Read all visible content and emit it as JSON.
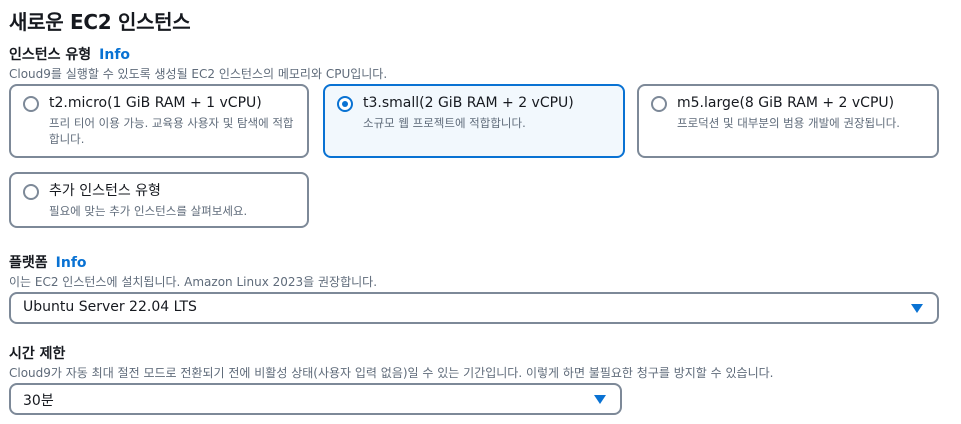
{
  "page": {
    "title": "새로운 EC2 인스턴스"
  },
  "instance_type": {
    "label": "인스턴스 유형",
    "info": "Info",
    "description": "Cloud9를 실행할 수 있도록 생성될 EC2 인스턴스의 메모리와 CPU입니다.",
    "options": [
      {
        "title": "t2.micro(1 GiB RAM + 1 vCPU)",
        "desc": "프리 티어 이용 가능. 교육용 사용자 및 탐색에 적합합니다.",
        "selected": false
      },
      {
        "title": "t3.small(2 GiB RAM + 2 vCPU)",
        "desc": "소규모 웹 프로젝트에 적합합니다.",
        "selected": true
      },
      {
        "title": "m5.large(8 GiB RAM + 2 vCPU)",
        "desc": "프로덕션 및 대부분의 범용 개발에 권장됩니다.",
        "selected": false
      },
      {
        "title": "추가 인스턴스 유형",
        "desc": "필요에 맞는 추가 인스턴스를 살펴보세요.",
        "selected": false
      }
    ]
  },
  "platform": {
    "label": "플랫폼",
    "info": "Info",
    "description": "이는 EC2 인스턴스에 설치됩니다. Amazon Linux 2023을 권장합니다.",
    "value": "Ubuntu Server 22.04 LTS"
  },
  "timeout": {
    "label": "시간 제한",
    "description": "Cloud9가 자동 최대 절전 모드로 전환되기 전에 비활성 상태(사용자 입력 없음)일 수 있는 기간입니다. 이렇게 하면 불필요한 청구를 방지할 수 있습니다.",
    "value": "30분"
  },
  "colors": {
    "accent": "#0972d3",
    "border": "#7d8998",
    "selected_bg": "#f2f8fd"
  }
}
